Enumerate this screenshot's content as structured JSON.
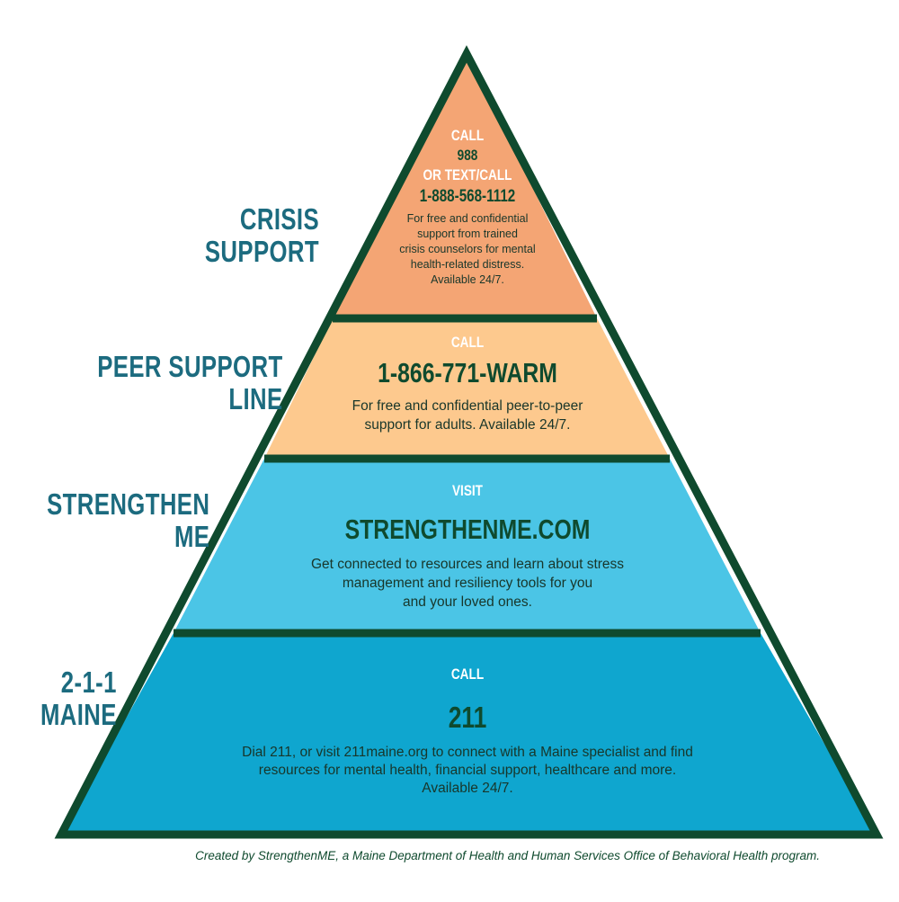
{
  "colors": {
    "outline": "#0f4a2e",
    "crisis": "#f4a574",
    "peer": "#fdc98e",
    "strengthen": "#4bc5e6",
    "maine211": "#0fa6cf",
    "label": "#1c6b7f"
  },
  "labels": {
    "crisis": [
      "CRISIS",
      "SUPPORT"
    ],
    "peer": [
      "PEER SUPPORT",
      "LINE"
    ],
    "strengthen": [
      "STRENGTHEN",
      "ME"
    ],
    "maine211": [
      "2-1-1",
      "MAINE"
    ]
  },
  "tiers": {
    "crisis": {
      "action": "CALL",
      "number": "988",
      "action2": "OR TEXT/CALL",
      "number2": "1-888-568-1112",
      "desc": [
        "For free and confidential",
        "support from trained",
        "crisis counselors for mental",
        "health-related distress.",
        "Available 24/7."
      ]
    },
    "peer": {
      "action": "CALL",
      "number": "1-866-771-WARM",
      "desc": [
        "For free and confidential peer-to-peer",
        "support for adults. Available 24/7."
      ]
    },
    "strengthen": {
      "action": "VISIT",
      "number": "STRENGTHENME.COM",
      "desc": [
        "Get connected to resources and learn about stress",
        "management and resiliency tools for you",
        "and your loved ones."
      ]
    },
    "maine211": {
      "action": "CALL",
      "number": "211",
      "desc": [
        "Dial 211, or visit 211maine.org to connect with a Maine specialist and find",
        "resources for mental health, financial support, healthcare and more.",
        "Available 24/7."
      ]
    }
  },
  "footer": "Created by StrengthenME, a Maine Department of Health and Human Services Office of Behavioral Health program."
}
